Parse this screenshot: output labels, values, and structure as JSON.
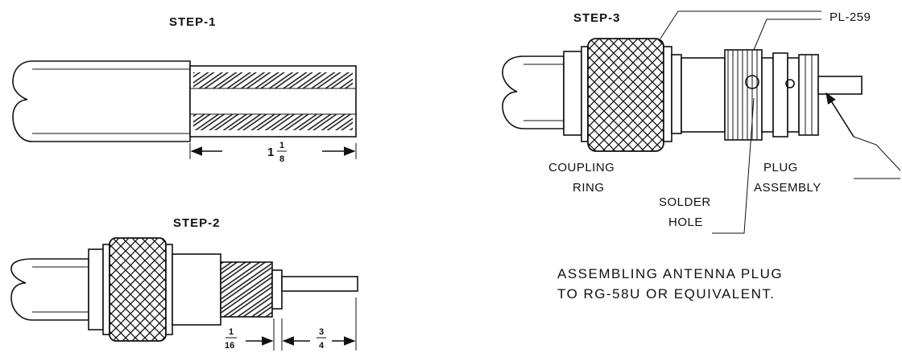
{
  "steps": {
    "step1": "STEP-1",
    "step2": "STEP-2",
    "step3": "STEP-3"
  },
  "dimensions": {
    "step1_whole": "1",
    "step1_num": "1",
    "step1_den": "8",
    "step2_a_num": "1",
    "step2_a_den": "16",
    "step2_b_num": "3",
    "step2_b_den": "4"
  },
  "labels": {
    "pl259": "PL-259",
    "coupling_line1": "COUPLING",
    "coupling_line2": "RING",
    "plug_line1": "PLUG",
    "plug_line2": "ASSEMBLY",
    "solder_line1": "SOLDER",
    "solder_line2": "HOLE"
  },
  "caption": {
    "line1": "ASSEMBLING ANTENNA PLUG",
    "line2": "TO RG-58U OR EQUIVALENT."
  }
}
